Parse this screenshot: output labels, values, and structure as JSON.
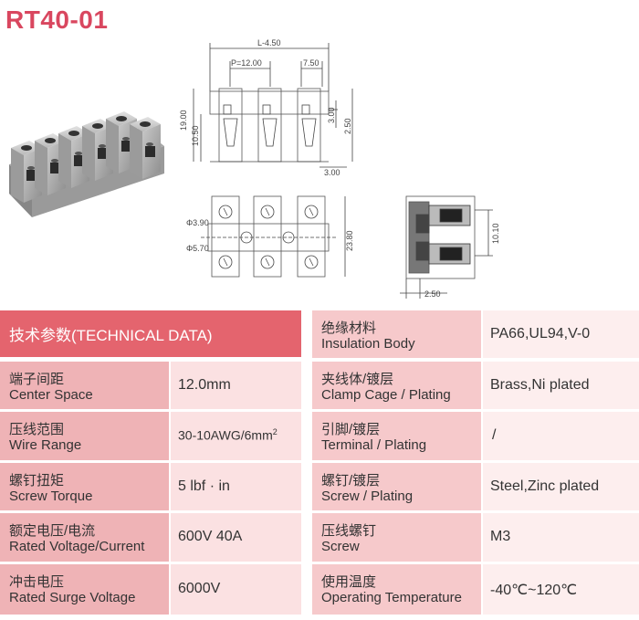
{
  "title": "RT40-01",
  "dimensions": {
    "length": "L-4.50",
    "pitch": "P=12.00",
    "width": "7.50",
    "height_total": "19.00",
    "height_body": "10.50",
    "dim_300a": "3.00",
    "dim_250a": "2.50",
    "dim_300b": "3.00",
    "hole_large": "Φ3.90",
    "hole_small": "Φ5.70",
    "depth": "23.80",
    "side_height": "10.10",
    "side_base": "2.50"
  },
  "table": {
    "header": "技术参数(TECHNICAL DATA)",
    "left": [
      {
        "zh": "端子间距",
        "en": "Center Space",
        "value": "12.0mm"
      },
      {
        "zh": "压线范围",
        "en": "Wire Range",
        "value": "30-10AWG/6mm",
        "sup": "2"
      },
      {
        "zh": "螺钉扭矩",
        "en": "Screw Torque",
        "value": "5 lbf · in"
      },
      {
        "zh": "额定电压/电流",
        "en": "Rated Voltage/Current",
        "value": "600V 40A"
      },
      {
        "zh": "冲击电压",
        "en": "Rated Surge Voltage",
        "value": "6000V"
      }
    ],
    "right": [
      {
        "zh": "绝缘材料",
        "en": "Insulation Body",
        "value": "PA66,UL94,V-0"
      },
      {
        "zh": "夹线体/镀层",
        "en": "Clamp Cage / Plating",
        "value": "Brass,Ni plated"
      },
      {
        "zh": "引脚/镀层",
        "en": "Terminal / Plating",
        "value": "/"
      },
      {
        "zh": "螺钉/镀层",
        "en": "Screw / Plating",
        "value": "Steel,Zinc plated"
      },
      {
        "zh": "压线螺钉",
        "en": "Screw",
        "value": "M3"
      },
      {
        "zh": "使用温度",
        "en": "Operating Temperature",
        "value": "-40℃~120℃"
      }
    ]
  }
}
